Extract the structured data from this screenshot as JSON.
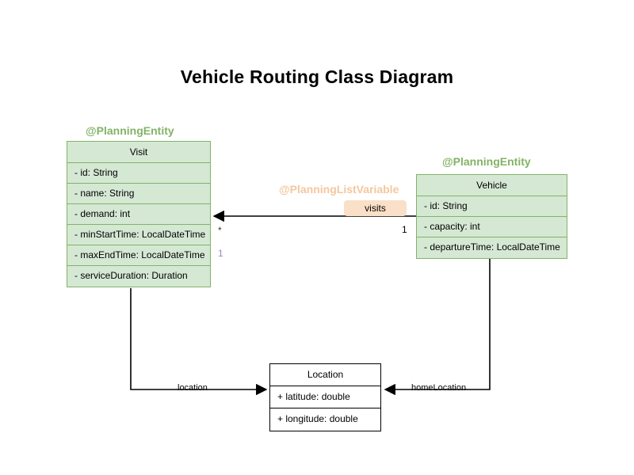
{
  "title": "Vehicle Routing Class Diagram",
  "colors": {
    "class_fill": "#d5e8d4",
    "class_border": "#82b366",
    "annotation_green": "#82b366",
    "annotation_peach": "#f5c79e",
    "badge_fill": "#fae0c8",
    "plain_border": "#000000",
    "plain_fill": "#ffffff",
    "multiplicity_purple": "#a285c4",
    "background": "#ffffff"
  },
  "classes": {
    "visit": {
      "stereotype": "@PlanningEntity",
      "name": "Visit",
      "attributes": [
        "- id: String",
        "- name: String",
        "- demand: int",
        "- minStartTime: LocalDateTime",
        "- maxEndTime: LocalDateTime",
        "- serviceDuration: Duration"
      ]
    },
    "vehicle": {
      "stereotype": "@PlanningEntity",
      "name": "Vehicle",
      "attributes": [
        "- id: String",
        "- capacity: int",
        "- departureTime: LocalDateTime"
      ]
    },
    "location": {
      "name": "Location",
      "attributes": [
        "+ latitude: double",
        "+ longitude: double"
      ]
    }
  },
  "relations": {
    "visits": {
      "stereotype": "@PlanningListVariable",
      "label": "visits",
      "source_multiplicity": "1",
      "target_multiplicity": "*"
    },
    "visit_location": {
      "label": "location",
      "source_multiplicity": "1"
    },
    "vehicle_home_location": {
      "label": "homeLocation"
    }
  }
}
